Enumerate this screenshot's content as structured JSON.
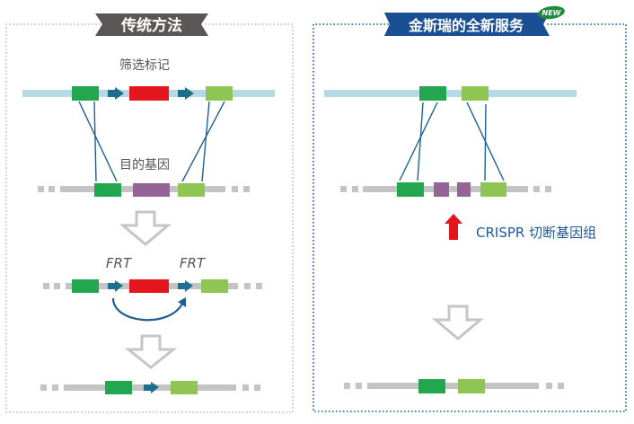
{
  "left_panel": {
    "title": "传统方法",
    "selection_marker_label": "筛选标记",
    "target_gene_label": "目的基因",
    "frt_label_1": "FRT",
    "frt_label_2": "FRT"
  },
  "right_panel": {
    "title": "金斯瑞的全新服务",
    "new_badge": "NEW",
    "crispr_label": "CRISPR 切断基因组"
  },
  "colors": {
    "left_banner": "#595655",
    "right_banner": "#1a4f94",
    "new_badge": "#1e8c3a",
    "plasmid_line": "#b6d9e6",
    "genome_line": "#c4c4c4",
    "homology_left": "#22a64f",
    "homology_right": "#8fc653",
    "marker": "#e3161d",
    "target_gene": "#946497",
    "frt_arrow": "#1f6e8c",
    "crossover_line": "#1d6096",
    "process_arrow": "#c6c6c6",
    "crispr_arrow": "#e3161d",
    "crispr_text": "#1d5a9a"
  }
}
